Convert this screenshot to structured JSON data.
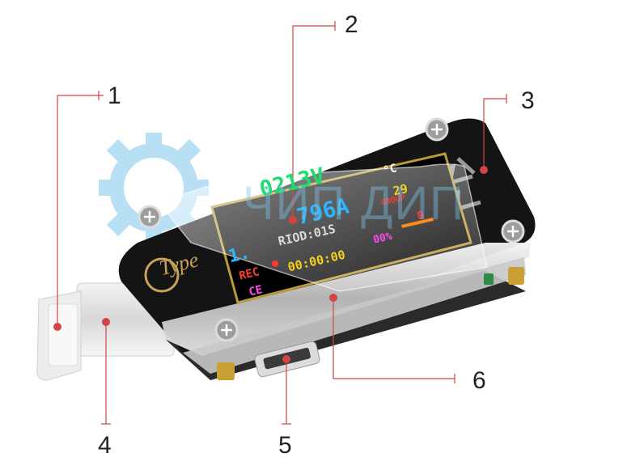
{
  "callouts": [
    "1",
    "2",
    "3",
    "4",
    "5",
    "6"
  ],
  "device": {
    "brand_logo_text": "Type",
    "screen": {
      "voltage": "0213V",
      "temperature_unit": "°C",
      "temperature_value": "29",
      "current": "796A",
      "group_label": "GROUP",
      "group_value": "0",
      "row3_prefix": "1.",
      "period": "RIOD:01S",
      "percent": "00%",
      "rec_label": "REC",
      "timer": "00:00:00",
      "row5_label": "CE"
    },
    "watermark_text": "ЧИП ДИП"
  },
  "colors": {
    "callout_line": "#d44444",
    "device_body": "#141414",
    "screen_green": "#1edc6e",
    "screen_cyan": "#2bb6ff",
    "screen_red": "#ff3b2f",
    "screen_yellow": "#f5d21a",
    "screen_magenta": "#ff4cf0",
    "screen_orange": "#ff8a1e",
    "logo_gold": "#c9a25a",
    "watermark_blue": "#7fc7ee"
  }
}
